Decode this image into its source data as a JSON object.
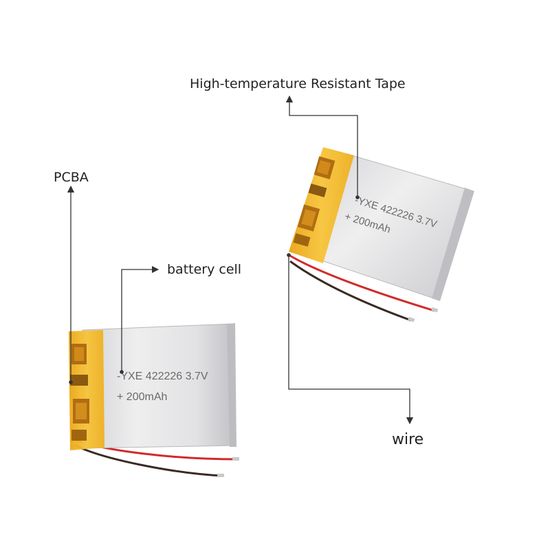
{
  "callouts": {
    "tape": "High-temperature Resistant Tape",
    "pcba": "PCBA",
    "cell": "battery cell",
    "wire": "wire"
  },
  "battery_left": {
    "model": "-YXE 422226 3.7V",
    "capacity": "+ 200mAh"
  },
  "battery_right": {
    "model": "-YXE 422226 3.7V",
    "capacity": "+ 200mAh"
  },
  "colors": {
    "leader": "#333333",
    "tape": "#f2b51c",
    "cell_body": "#dcdcde",
    "wire_red": "#d22a2a",
    "wire_black": "#3a2a22"
  }
}
